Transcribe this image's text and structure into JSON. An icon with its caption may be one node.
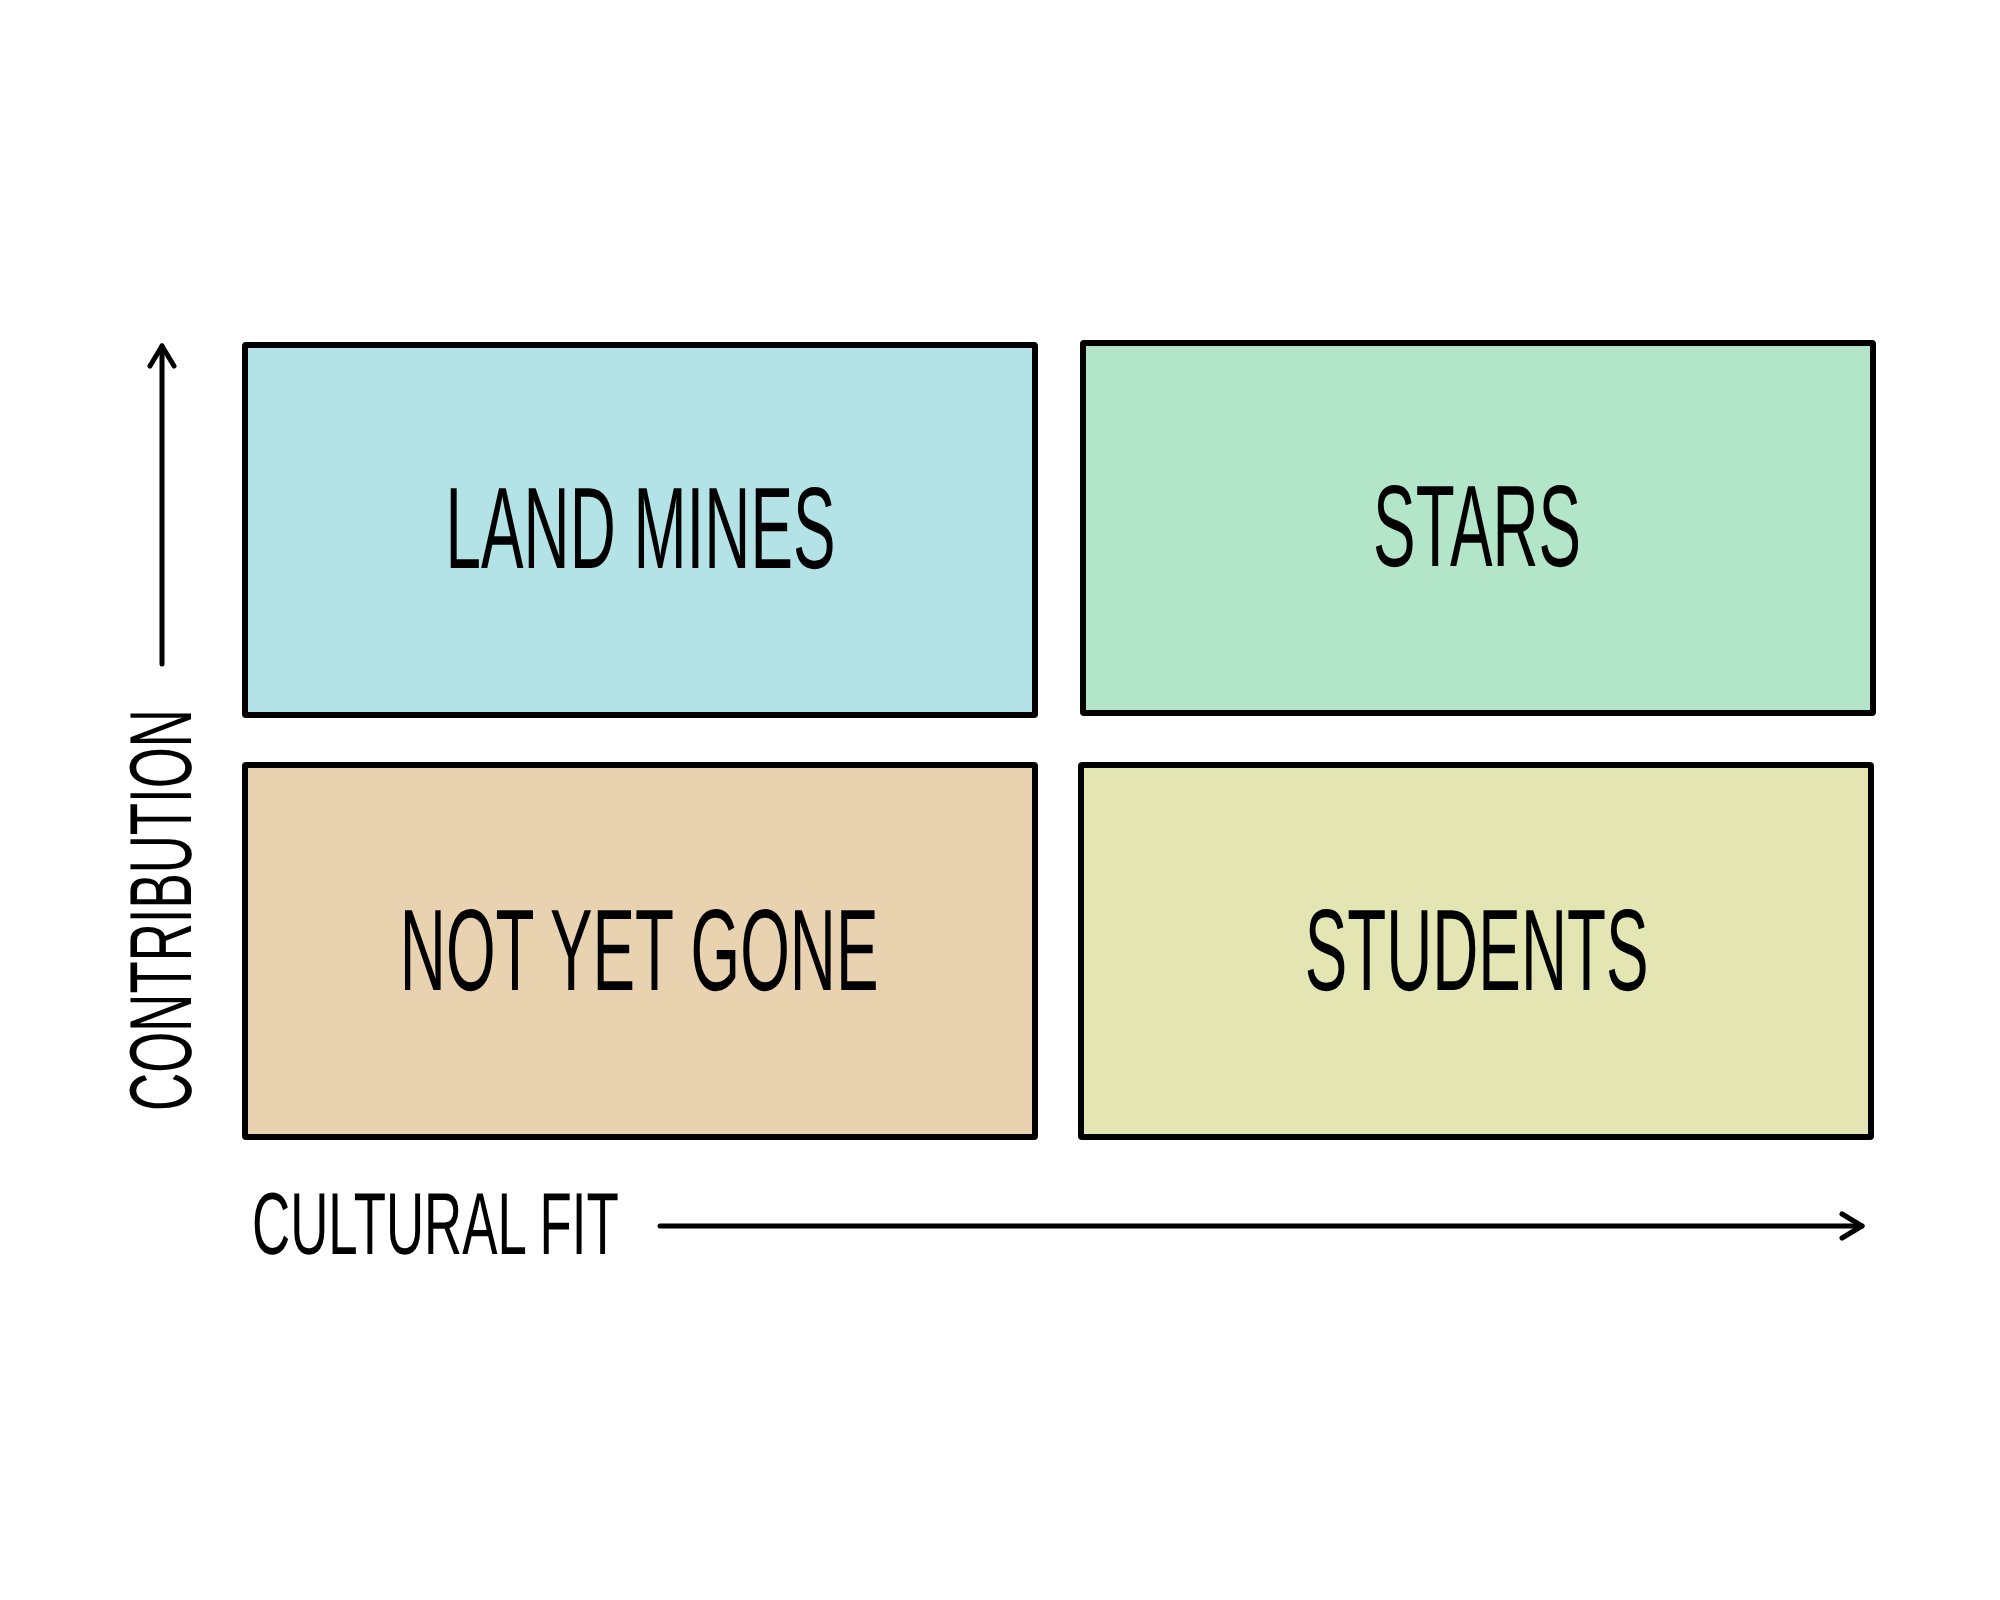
{
  "diagram": {
    "nodes": [
      {
        "text": [
          "LAND MINES"
        ]
      },
      {
        "text": [
          "STARS"
        ]
      },
      {
        "text": [
          "NOT YET GONE"
        ]
      },
      {
        "text": [
          "STUDENTS"
        ]
      }
    ],
    "labels": [
      "CONTRIBUTION",
      "CULTURAL FIT"
    ]
  }
}
